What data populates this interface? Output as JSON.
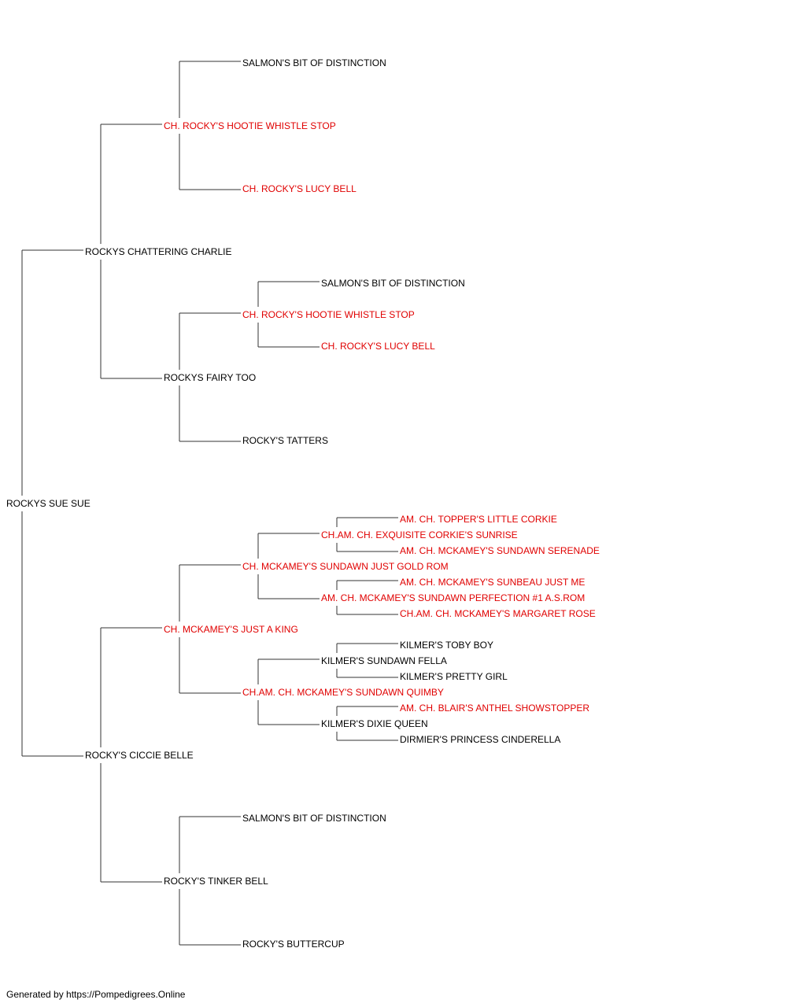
{
  "colors": {
    "champion": "#e00000",
    "normal": "#000000",
    "line": "#333333"
  },
  "pedigree": {
    "name": "ROCKYS SUE SUE",
    "champion": false,
    "sire": {
      "name": "ROCKYS CHATTERING CHARLIE",
      "champion": false,
      "sire": {
        "name": "CH. ROCKY'S HOOTIE WHISTLE STOP",
        "champion": true,
        "sire": {
          "name": "SALMON'S BIT OF DISTINCTION",
          "champion": false
        },
        "dam": {
          "name": "CH. ROCKY'S LUCY BELL",
          "champion": true
        }
      },
      "dam": {
        "name": "ROCKYS FAIRY TOO",
        "champion": false,
        "sire": {
          "name": "CH. ROCKY'S HOOTIE WHISTLE STOP",
          "champion": true,
          "sire": {
            "name": "SALMON'S BIT OF DISTINCTION",
            "champion": false
          },
          "dam": {
            "name": "CH. ROCKY'S LUCY BELL",
            "champion": true
          }
        },
        "dam": {
          "name": "ROCKY'S TATTERS",
          "champion": false
        }
      }
    },
    "dam": {
      "name": "ROCKY'S CICCIE BELLE",
      "champion": false,
      "sire": {
        "name": "CH. MCKAMEY'S JUST A KING",
        "champion": true,
        "sire": {
          "name": "CH. MCKAMEY'S SUNDAWN JUST GOLD ROM",
          "champion": true,
          "sire": {
            "name": "CH.AM. CH. EXQUISITE CORKIE'S SUNRISE",
            "champion": true,
            "sire": {
              "name": "AM. CH. TOPPER'S LITTLE CORKIE",
              "champion": true
            },
            "dam": {
              "name": "AM. CH. MCKAMEY'S SUNDAWN SERENADE",
              "champion": true
            }
          },
          "dam": {
            "name": "AM. CH. MCKAMEY'S SUNDAWN PERFECTION #1 A.S.ROM",
            "champion": true,
            "sire": {
              "name": "AM. CH. MCKAMEY'S SUNBEAU JUST ME",
              "champion": true
            },
            "dam": {
              "name": "CH.AM. CH. MCKAMEY'S MARGARET ROSE",
              "champion": true
            }
          }
        },
        "dam": {
          "name": "CH.AM. CH. MCKAMEY'S SUNDAWN QUIMBY",
          "champion": true,
          "sire": {
            "name": "KILMER'S SUNDAWN FELLA",
            "champion": false,
            "sire": {
              "name": "KILMER'S TOBY BOY",
              "champion": false
            },
            "dam": {
              "name": "KILMER'S PRETTY GIRL",
              "champion": false
            }
          },
          "dam": {
            "name": "KILMER'S DIXIE QUEEN",
            "champion": false,
            "sire": {
              "name": "AM. CH. BLAIR'S ANTHEL SHOWSTOPPER",
              "champion": true
            },
            "dam": {
              "name": "DIRMIER'S PRINCESS CINDERELLA",
              "champion": false
            }
          }
        }
      },
      "dam": {
        "name": "ROCKY'S TINKER BELL",
        "champion": false,
        "sire": {
          "name": "SALMON'S BIT OF DISTINCTION",
          "champion": false
        },
        "dam": {
          "name": "ROCKY'S BUTTERCUP",
          "champion": false
        }
      }
    }
  },
  "footer": {
    "text": "Generated by https://Pompedigrees.Online"
  }
}
